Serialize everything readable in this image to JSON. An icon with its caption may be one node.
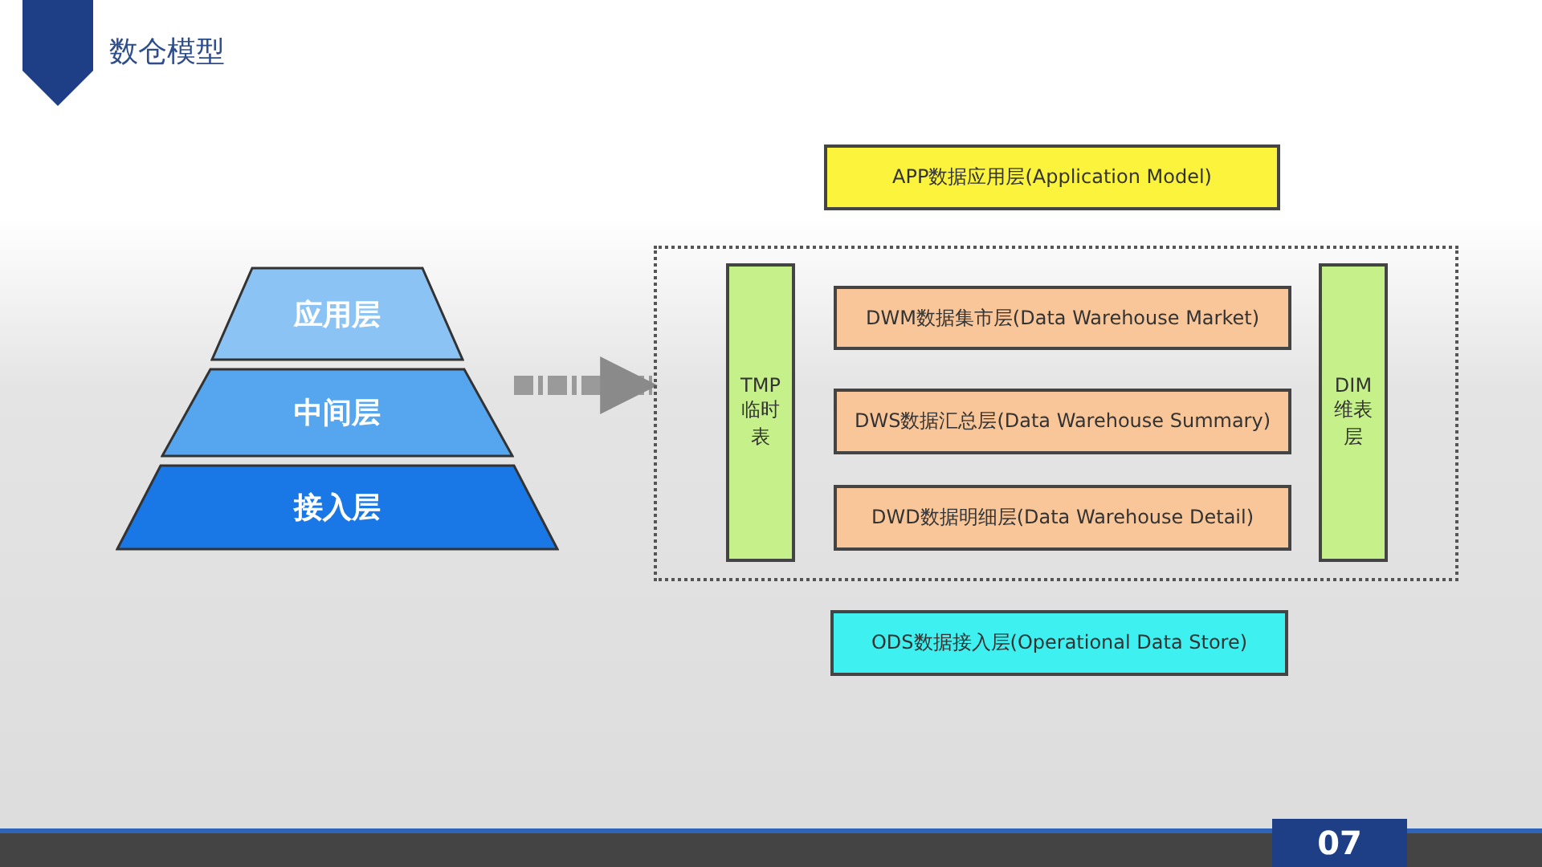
{
  "diagram": {
    "title": "数仓模型",
    "nodes": [
      {
        "text": [
          "应用层"
        ]
      },
      {
        "text": [
          "中间层"
        ]
      },
      {
        "text": [
          "接入层"
        ]
      },
      {
        "text": [
          "APP数据应用层(Application Model)"
        ]
      },
      {
        "text": [],
        "shape": "box"
      },
      {
        "text": [
          "TMP临时表"
        ],
        "in": 4
      },
      {
        "text": [
          "DWM数据集市层(Data Warehouse Market)"
        ],
        "in": 4
      },
      {
        "text": [
          "DWS数据汇总层(Data Warehouse Summary)"
        ],
        "in": 4
      },
      {
        "text": [
          "DWD数据明细层(Data Warehouse Detail)"
        ],
        "in": 4
      },
      {
        "text": [
          "DIM维表层"
        ],
        "in": 4
      },
      {
        "text": [
          "ODS数据接入层(Operational Data Store)"
        ]
      }
    ],
    "edges": [
      {
        "from": 1,
        "to": 4,
        "arrow": "to",
        "style": "dashed"
      }
    ],
    "labels": [
      "07"
    ]
  }
}
